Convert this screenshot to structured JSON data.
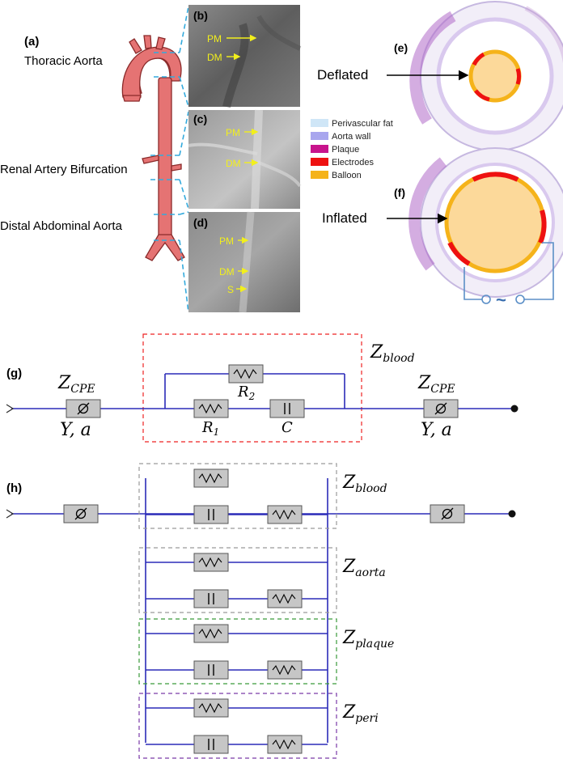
{
  "panel_a": {
    "letter": "(a)",
    "labels": [
      "Thoracic Aorta",
      "Renal Artery Bifurcation",
      "Distal Abdominal Aorta"
    ]
  },
  "panel_b": {
    "letter": "(b)",
    "markers": [
      "PM",
      "DM"
    ]
  },
  "panel_c": {
    "letter": "(c)",
    "markers": [
      "PM",
      "DM"
    ]
  },
  "panel_d": {
    "letter": "(d)",
    "markers": [
      "PM",
      "DM",
      "S"
    ]
  },
  "panel_e": {
    "letter": "(e)",
    "label": "Deflated"
  },
  "panel_f": {
    "letter": "(f)",
    "label": "Inflated",
    "source_symbol": "~"
  },
  "legend": {
    "items": [
      {
        "label": "Perivascular fat",
        "color": "#cfe6f7"
      },
      {
        "label": "Aorta wall",
        "color": "#a8a6ee"
      },
      {
        "label": "Plaque",
        "color": "#c8148c"
      },
      {
        "label": "Electrodes",
        "color": "#ee1111"
      },
      {
        "label": "Balloon",
        "color": "#f5b31a"
      }
    ]
  },
  "panel_g": {
    "letter": "(g)",
    "zcpe_left": {
      "main": "Z",
      "sub": "CPE",
      "params": "Y, a"
    },
    "zcpe_right": {
      "main": "Z",
      "sub": "CPE",
      "params": "Y, a"
    },
    "zblood": {
      "main": "Z",
      "sub": "blood"
    },
    "r1": {
      "main": "R",
      "sub": "1"
    },
    "r2": {
      "main": "R",
      "sub": "2"
    },
    "c": "C"
  },
  "panel_h": {
    "letter": "(h)",
    "groups": [
      {
        "main": "Z",
        "sub": "blood",
        "color": "#9a9a9a"
      },
      {
        "main": "Z",
        "sub": "aorta",
        "color": "#9a9a9a"
      },
      {
        "main": "Z",
        "sub": "plaque",
        "color": "#3a9a3a"
      },
      {
        "main": "Z",
        "sub": "peri",
        "color": "#7a3aa8"
      }
    ]
  },
  "colors": {
    "wire": "#2b2bb8",
    "accent_dash": "#33aadd",
    "balloon": "#fcd99a",
    "aorta": "#e57373"
  }
}
